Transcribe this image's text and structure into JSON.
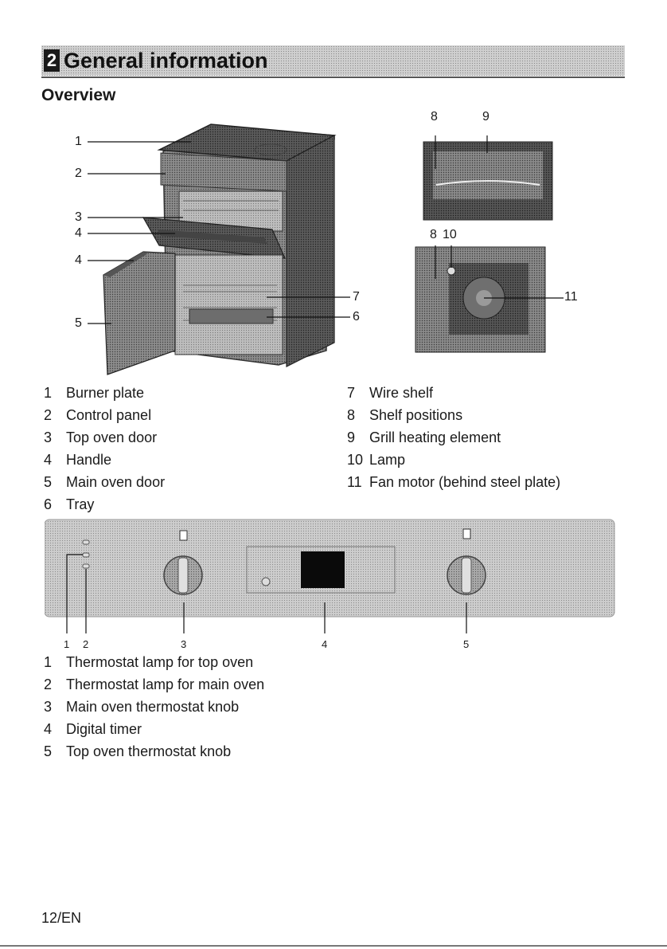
{
  "section": {
    "number": "2",
    "title": "General information"
  },
  "subheading": "Overview",
  "oven_figure": {
    "labels": [
      "1",
      "2",
      "3",
      "4",
      "4",
      "5",
      "7",
      "6"
    ]
  },
  "detail_figure": {
    "labels": [
      "8",
      "9",
      "8",
      "10",
      "11"
    ]
  },
  "parts_left": [
    {
      "num": "1",
      "text": "Burner plate"
    },
    {
      "num": "2",
      "text": "Control panel"
    },
    {
      "num": "3",
      "text": "Top oven door"
    },
    {
      "num": "4",
      "text": "Handle"
    },
    {
      "num": "5",
      "text": "Main oven door"
    },
    {
      "num": "6",
      "text": "Tray"
    }
  ],
  "parts_right": [
    {
      "num": "7",
      "text": "Wire shelf"
    },
    {
      "num": "8",
      "text": "Shelf positions"
    },
    {
      "num": "9",
      "text": "Grill heating element"
    },
    {
      "num": "10",
      "text": "Lamp"
    },
    {
      "num": "11",
      "text": "Fan motor (behind steel plate)"
    }
  ],
  "control_panel": {
    "labels": [
      "1",
      "2",
      "3",
      "4",
      "5"
    ],
    "legend": [
      {
        "num": "1",
        "text": "Thermostat lamp for top oven"
      },
      {
        "num": "2",
        "text": "Thermostat lamp for main oven"
      },
      {
        "num": "3",
        "text": "Main oven thermostat knob"
      },
      {
        "num": "4",
        "text": "Digital timer"
      },
      {
        "num": "5",
        "text": "Top oven thermostat knob"
      }
    ]
  },
  "footer": {
    "page": "12/EN"
  }
}
